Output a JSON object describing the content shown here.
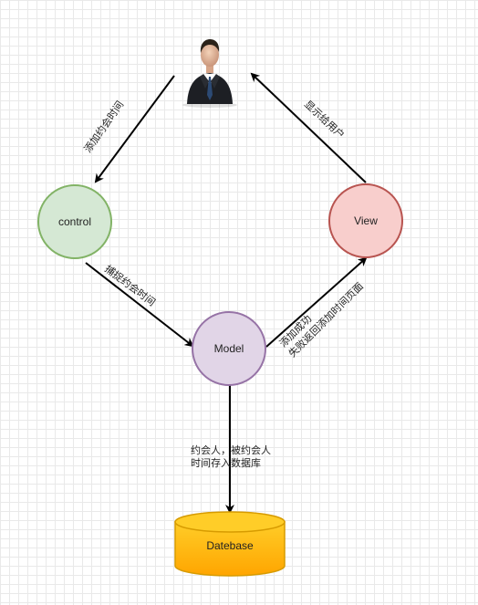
{
  "nodes": {
    "control": {
      "label": "control",
      "fill": "#d5e8d4",
      "stroke": "#82b366"
    },
    "view": {
      "label": "View",
      "fill": "#f8cecc",
      "stroke": "#b85450"
    },
    "model": {
      "label": "Model",
      "fill": "#e1d5e7",
      "stroke": "#9673a6"
    },
    "database": {
      "label": "Datebase",
      "fill_top": "#ffcd28",
      "fill_bottom": "#ffa500",
      "stroke": "#d79b00"
    },
    "user": {
      "icon": "businessman-icon"
    }
  },
  "edges": {
    "user_to_control": {
      "label": "添加约会时间"
    },
    "control_to_model": {
      "label": "捕捉约会时间"
    },
    "model_to_view": {
      "label_line1": "添加成功",
      "label_line2": "失败返回添加时间页面"
    },
    "view_to_user": {
      "label": "显示给用户"
    },
    "model_to_database": {
      "label_line1": "约会人，被约会人",
      "label_line2": "时间存入数据库"
    }
  },
  "colors": {
    "arrow": "#000000"
  }
}
